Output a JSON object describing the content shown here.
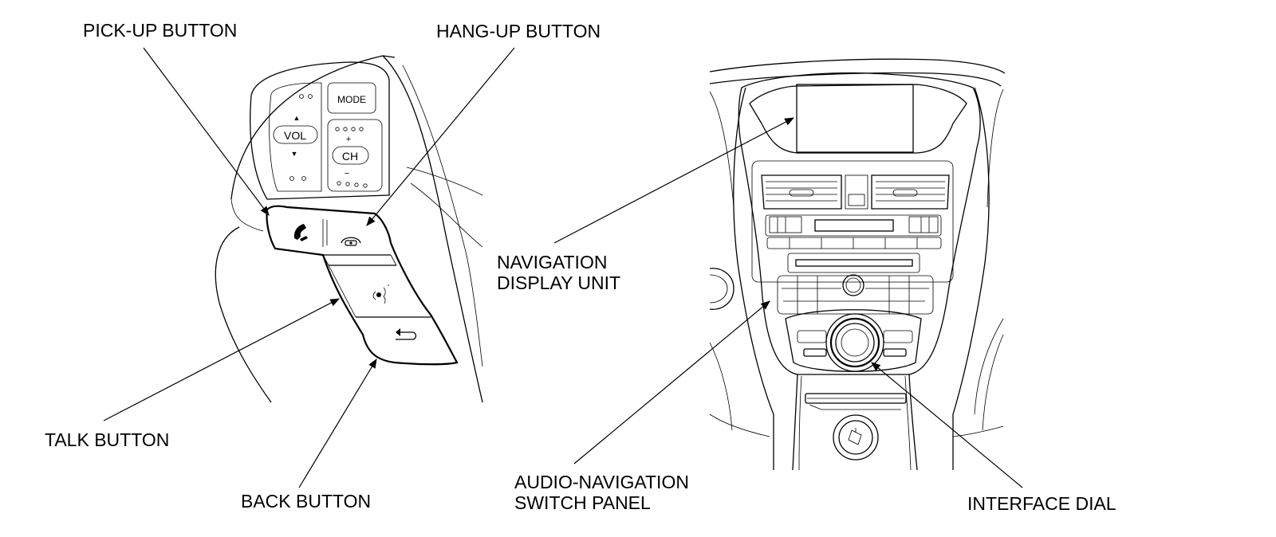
{
  "callouts": {
    "pickup": "PICK-UP BUTTON",
    "hangup": "HANG-UP BUTTON",
    "talk": "TALK BUTTON",
    "back": "BACK BUTTON",
    "nav_display_line1": "NAVIGATION",
    "nav_display_line2": "DISPLAY UNIT",
    "switch_panel_line1": "AUDIO-NAVIGATION",
    "switch_panel_line2": "SWITCH PANEL",
    "interface_dial": "INTERFACE DIAL"
  },
  "steering_switch": {
    "mode": "MODE",
    "vol": "VOL",
    "ch": "CH",
    "up": "▲",
    "down": "▼",
    "plus": "+",
    "minus": "−"
  }
}
